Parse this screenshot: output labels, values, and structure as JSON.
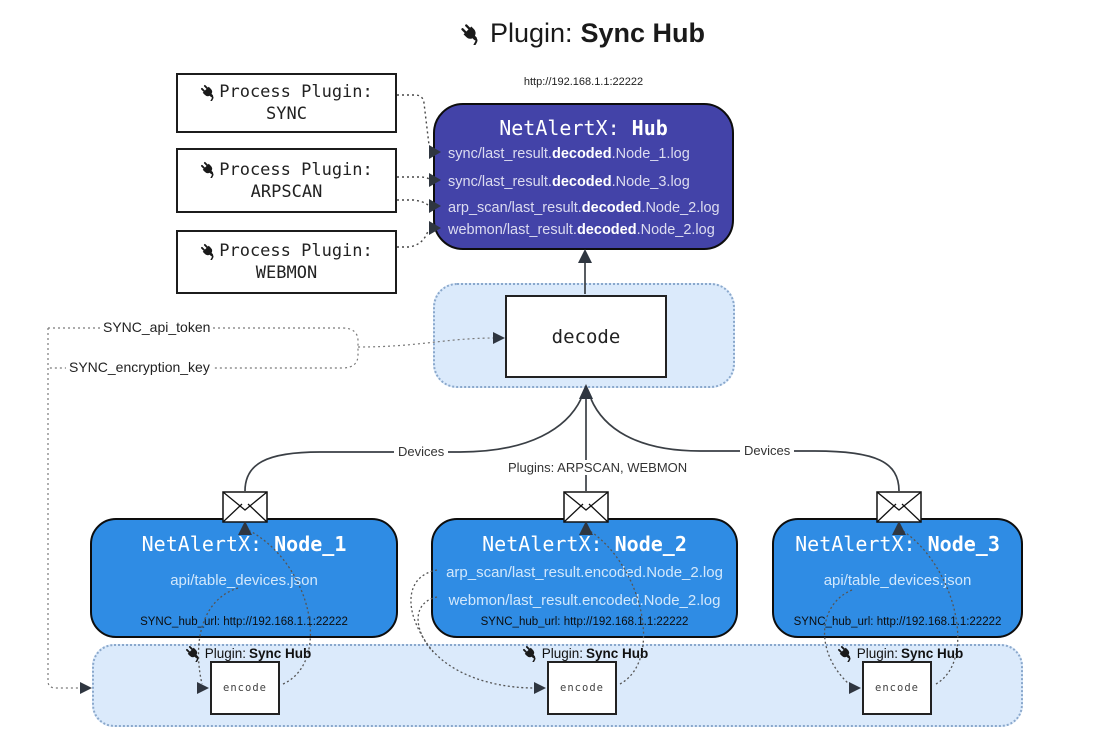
{
  "title": {
    "icon": "plug-icon",
    "prefix": "Plugin:",
    "name": "Sync Hub"
  },
  "hub": {
    "url": "http://192.168.1.1:22222",
    "title_prefix": "NetAlertX:",
    "title_name": "Hub",
    "logs": [
      {
        "pre": "sync/last_result.",
        "bold": "decoded",
        "post": ".Node_1.log"
      },
      {
        "pre": "sync/last_result.",
        "bold": "decoded",
        "post": ".Node_3.log"
      },
      {
        "pre": "arp_scan/last_result.",
        "bold": "decoded",
        "post": ".Node_2.log"
      },
      {
        "pre": "webmon/last_result.",
        "bold": "decoded",
        "post": ".Node_2.log"
      }
    ]
  },
  "process_plugins": [
    {
      "label": "Process Plugin:",
      "name": "SYNC"
    },
    {
      "label": "Process Plugin:",
      "name": "ARPSCAN"
    },
    {
      "label": "Process Plugin:",
      "name": "WEBMON"
    }
  ],
  "decode": {
    "label": "decode"
  },
  "settings": {
    "api_token": "SYNC_api_token",
    "encryption_key": "SYNC_encryption_key"
  },
  "edge_labels": {
    "left": "Devices",
    "middle": "Plugins: ARPSCAN, WEBMON",
    "right": "Devices"
  },
  "nodes": [
    {
      "title_prefix": "NetAlertX:",
      "title_name": "Node_1",
      "files": [
        "api/table_devices.json"
      ],
      "hub_url": "SYNC_hub_url: http://192.168.1.1:22222"
    },
    {
      "title_prefix": "NetAlertX:",
      "title_name": "Node_2",
      "files": [
        "arp_scan/last_result.encoded.Node_2.log",
        "webmon/last_result.encoded.Node_2.log"
      ],
      "hub_url": "SYNC_hub_url: http://192.168.1.1:22222"
    },
    {
      "title_prefix": "NetAlertX:",
      "title_name": "Node_3",
      "files": [
        "api/table_devices.json"
      ],
      "hub_url": "SYNC_hub_url: http://192.168.1.1:22222"
    }
  ],
  "encode": {
    "plugin_prefix": "Plugin:",
    "plugin_name": "Sync Hub",
    "label": "encode"
  },
  "colors": {
    "hub_fill": "#4343a8",
    "node_fill": "#2f8ce4",
    "panel_fill": "#dbeafb",
    "panel_border": "#8aa8cc",
    "line": "#3a3f45",
    "hub_text": "#dcdcf0",
    "node_text": "#d2e8fc"
  }
}
